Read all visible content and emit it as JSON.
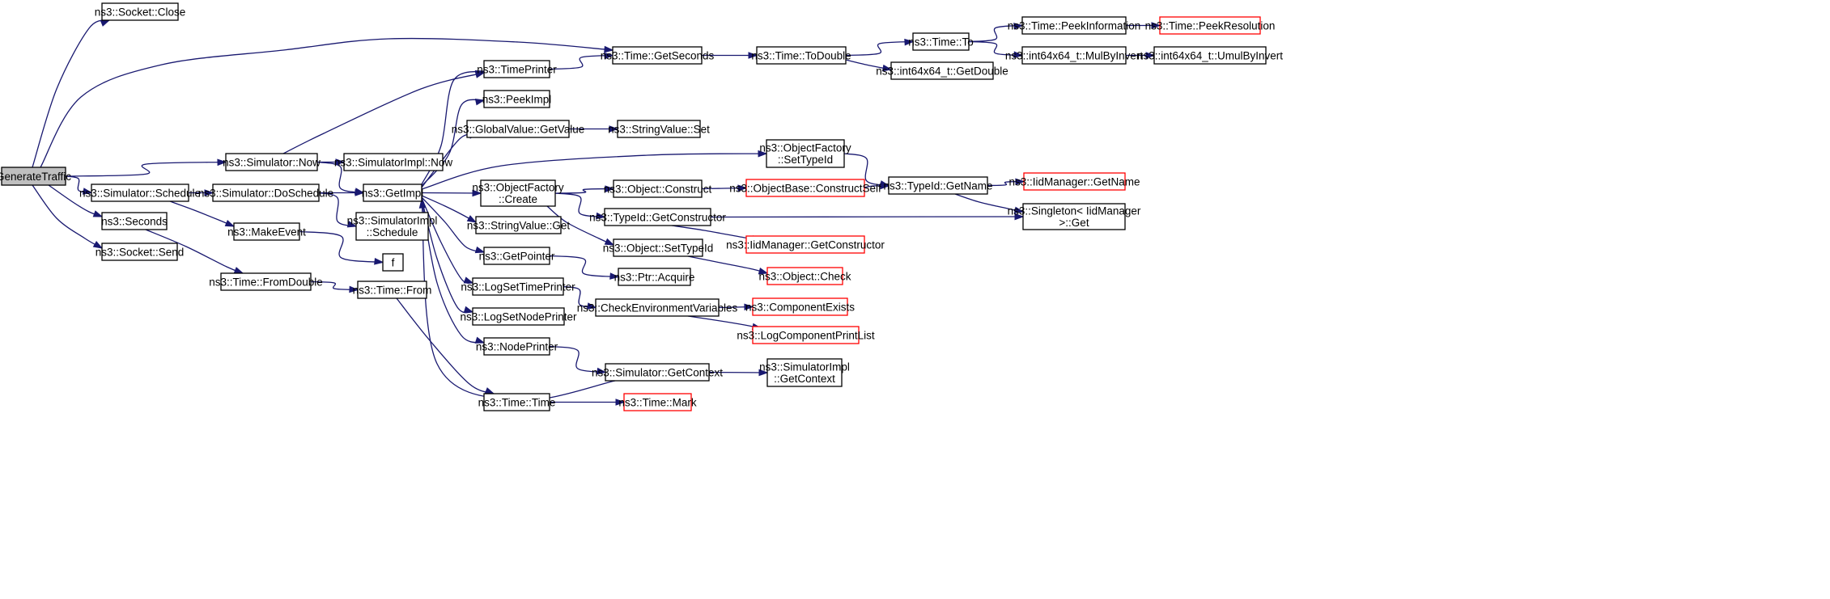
{
  "colors": {
    "edge": "#191970",
    "root_fill": "#bfbfbf",
    "normal_border": "#000000",
    "truncated_border": "#ff0000",
    "node_fill": "#ffffff"
  },
  "nodes": [
    {
      "id": "n0",
      "lines": [
        "GenerateTraffic"
      ],
      "style": "root"
    },
    {
      "id": "n1",
      "lines": [
        "ns3::Socket::Close"
      ],
      "style": "normal"
    },
    {
      "id": "n2",
      "lines": [
        "ns3::Simulator::Now"
      ],
      "style": "normal"
    },
    {
      "id": "n3",
      "lines": [
        "ns3::Simulator::Schedule"
      ],
      "style": "normal"
    },
    {
      "id": "n4",
      "lines": [
        "ns3::Seconds"
      ],
      "style": "normal"
    },
    {
      "id": "n5",
      "lines": [
        "ns3::Socket::Send"
      ],
      "style": "normal"
    },
    {
      "id": "n6",
      "lines": [
        "ns3::Time::GetSeconds"
      ],
      "style": "normal"
    },
    {
      "id": "n7",
      "lines": [
        "ns3::TimePrinter"
      ],
      "style": "normal"
    },
    {
      "id": "n8",
      "lines": [
        "ns3::SimulatorImpl::Now"
      ],
      "style": "normal"
    },
    {
      "id": "n9",
      "lines": [
        "ns3::GetImpl"
      ],
      "style": "normal"
    },
    {
      "id": "n10",
      "lines": [
        "ns3::Simulator::DoSchedule"
      ],
      "style": "normal"
    },
    {
      "id": "n11",
      "lines": [
        "ns3::MakeEvent"
      ],
      "style": "normal"
    },
    {
      "id": "n12",
      "lines": [
        "ns3::SimulatorImpl",
        "::Schedule"
      ],
      "style": "normal"
    },
    {
      "id": "n13",
      "lines": [
        "f"
      ],
      "style": "normal"
    },
    {
      "id": "n14",
      "lines": [
        "ns3::Time::FromDouble"
      ],
      "style": "normal"
    },
    {
      "id": "n15",
      "lines": [
        "ns3::Time::From"
      ],
      "style": "normal"
    },
    {
      "id": "n16",
      "lines": [
        "ns3::Time::Time"
      ],
      "style": "normal"
    },
    {
      "id": "n17",
      "lines": [
        "ns3::Time::Mark"
      ],
      "style": "truncated"
    },
    {
      "id": "n18",
      "lines": [
        "ns3::PeekImpl"
      ],
      "style": "normal"
    },
    {
      "id": "n19",
      "lines": [
        "ns3::GlobalValue::GetValue"
      ],
      "style": "normal"
    },
    {
      "id": "n20",
      "lines": [
        "ns3::ObjectFactory",
        "::Create"
      ],
      "style": "normal"
    },
    {
      "id": "n21",
      "lines": [
        "ns3::StringValue::Get"
      ],
      "style": "normal"
    },
    {
      "id": "n22",
      "lines": [
        "ns3::GetPointer"
      ],
      "style": "normal"
    },
    {
      "id": "n23",
      "lines": [
        "ns3::LogSetTimePrinter"
      ],
      "style": "normal"
    },
    {
      "id": "n24",
      "lines": [
        "ns3::LogSetNodePrinter"
      ],
      "style": "normal"
    },
    {
      "id": "n25",
      "lines": [
        "ns3::NodePrinter"
      ],
      "style": "normal"
    },
    {
      "id": "n26",
      "lines": [
        "ns3::StringValue::Set"
      ],
      "style": "normal"
    },
    {
      "id": "n27",
      "lines": [
        "ns3::ObjectFactory",
        "::SetTypeId"
      ],
      "style": "normal"
    },
    {
      "id": "n28",
      "lines": [
        "ns3::Object::Construct"
      ],
      "style": "normal"
    },
    {
      "id": "n29",
      "lines": [
        "ns3::TypeId::GetConstructor"
      ],
      "style": "normal"
    },
    {
      "id": "n30",
      "lines": [
        "ns3::Object::SetTypeId"
      ],
      "style": "normal"
    },
    {
      "id": "n31",
      "lines": [
        "ns3::Ptr::Acquire"
      ],
      "style": "normal"
    },
    {
      "id": "n32",
      "lines": [
        "ns3::CheckEnvironmentVariables"
      ],
      "style": "normal"
    },
    {
      "id": "n33",
      "lines": [
        "ns3::Simulator::GetContext"
      ],
      "style": "normal"
    },
    {
      "id": "n34",
      "lines": [
        "ns3::Time::ToDouble"
      ],
      "style": "normal"
    },
    {
      "id": "n35",
      "lines": [
        "ns3::ObjectBase::ConstructSelf"
      ],
      "style": "truncated"
    },
    {
      "id": "n36",
      "lines": [
        "ns3::IidManager::GetConstructor"
      ],
      "style": "truncated"
    },
    {
      "id": "n37",
      "lines": [
        "ns3::Object::Check"
      ],
      "style": "truncated"
    },
    {
      "id": "n38",
      "lines": [
        "ns3::ComponentExists"
      ],
      "style": "truncated"
    },
    {
      "id": "n39",
      "lines": [
        "ns3::LogComponentPrintList"
      ],
      "style": "truncated"
    },
    {
      "id": "n40",
      "lines": [
        "ns3::SimulatorImpl",
        "::GetContext"
      ],
      "style": "normal"
    },
    {
      "id": "n41",
      "lines": [
        "ns3::Time::To"
      ],
      "style": "normal"
    },
    {
      "id": "n42",
      "lines": [
        "ns3::int64x64_t::GetDouble"
      ],
      "style": "normal"
    },
    {
      "id": "n43",
      "lines": [
        "ns3::TypeId::GetName"
      ],
      "style": "normal"
    },
    {
      "id": "n44",
      "lines": [
        "ns3::Time::PeekInformation"
      ],
      "style": "normal"
    },
    {
      "id": "n45",
      "lines": [
        "ns3::int64x64_t::MulByInvert"
      ],
      "style": "normal"
    },
    {
      "id": "n46",
      "lines": [
        "ns3::IidManager::GetName"
      ],
      "style": "truncated"
    },
    {
      "id": "n47",
      "lines": [
        "ns3::Singleton< IidManager",
        " >::Get"
      ],
      "style": "normal"
    },
    {
      "id": "n48",
      "lines": [
        "ns3::Time::PeekResolution"
      ],
      "style": "truncated"
    },
    {
      "id": "n49",
      "lines": [
        "ns3::int64x64_t::UmulByInvert"
      ],
      "style": "normal"
    }
  ],
  "edges": [
    {
      "from": "n0",
      "to": "n1"
    },
    {
      "from": "n0",
      "to": "n6"
    },
    {
      "from": "n0",
      "to": "n2"
    },
    {
      "from": "n0",
      "to": "n3"
    },
    {
      "from": "n0",
      "to": "n4"
    },
    {
      "from": "n0",
      "to": "n5"
    },
    {
      "from": "n2",
      "to": "n7"
    },
    {
      "from": "n2",
      "to": "n8"
    },
    {
      "from": "n2",
      "to": "n9"
    },
    {
      "from": "n3",
      "to": "n10"
    },
    {
      "from": "n3",
      "to": "n11"
    },
    {
      "from": "n4",
      "to": "n14"
    },
    {
      "from": "n7",
      "to": "n6"
    },
    {
      "from": "n10",
      "to": "n9"
    },
    {
      "from": "n10",
      "to": "n12"
    },
    {
      "from": "n11",
      "to": "n13"
    },
    {
      "from": "n14",
      "to": "n15"
    },
    {
      "from": "n15",
      "to": "n16"
    },
    {
      "from": "n16",
      "to": "n17"
    },
    {
      "from": "n9",
      "to": "n7"
    },
    {
      "from": "n9",
      "to": "n18"
    },
    {
      "from": "n9",
      "to": "n19"
    },
    {
      "from": "n9",
      "to": "n27"
    },
    {
      "from": "n9",
      "to": "n20"
    },
    {
      "from": "n9",
      "to": "n21"
    },
    {
      "from": "n9",
      "to": "n22"
    },
    {
      "from": "n9",
      "to": "n23"
    },
    {
      "from": "n9",
      "to": "n24"
    },
    {
      "from": "n9",
      "to": "n25"
    },
    {
      "from": "n33",
      "to": "n9"
    },
    {
      "from": "n19",
      "to": "n26"
    },
    {
      "from": "n20",
      "to": "n28"
    },
    {
      "from": "n20",
      "to": "n29"
    },
    {
      "from": "n20",
      "to": "n30"
    },
    {
      "from": "n22",
      "to": "n31"
    },
    {
      "from": "n23",
      "to": "n32"
    },
    {
      "from": "n25",
      "to": "n33"
    },
    {
      "from": "n6",
      "to": "n34"
    },
    {
      "from": "n34",
      "to": "n41"
    },
    {
      "from": "n34",
      "to": "n42"
    },
    {
      "from": "n41",
      "to": "n44"
    },
    {
      "from": "n41",
      "to": "n45"
    },
    {
      "from": "n44",
      "to": "n48"
    },
    {
      "from": "n45",
      "to": "n49"
    },
    {
      "from": "n27",
      "to": "n43"
    },
    {
      "from": "n28",
      "to": "n35"
    },
    {
      "from": "n35",
      "to": "n43"
    },
    {
      "from": "n29",
      "to": "n36"
    },
    {
      "from": "n29",
      "to": "n47"
    },
    {
      "from": "n30",
      "to": "n37"
    },
    {
      "from": "n32",
      "to": "n38"
    },
    {
      "from": "n32",
      "to": "n39"
    },
    {
      "from": "n33",
      "to": "n40"
    },
    {
      "from": "n43",
      "to": "n46"
    },
    {
      "from": "n43",
      "to": "n47"
    }
  ]
}
